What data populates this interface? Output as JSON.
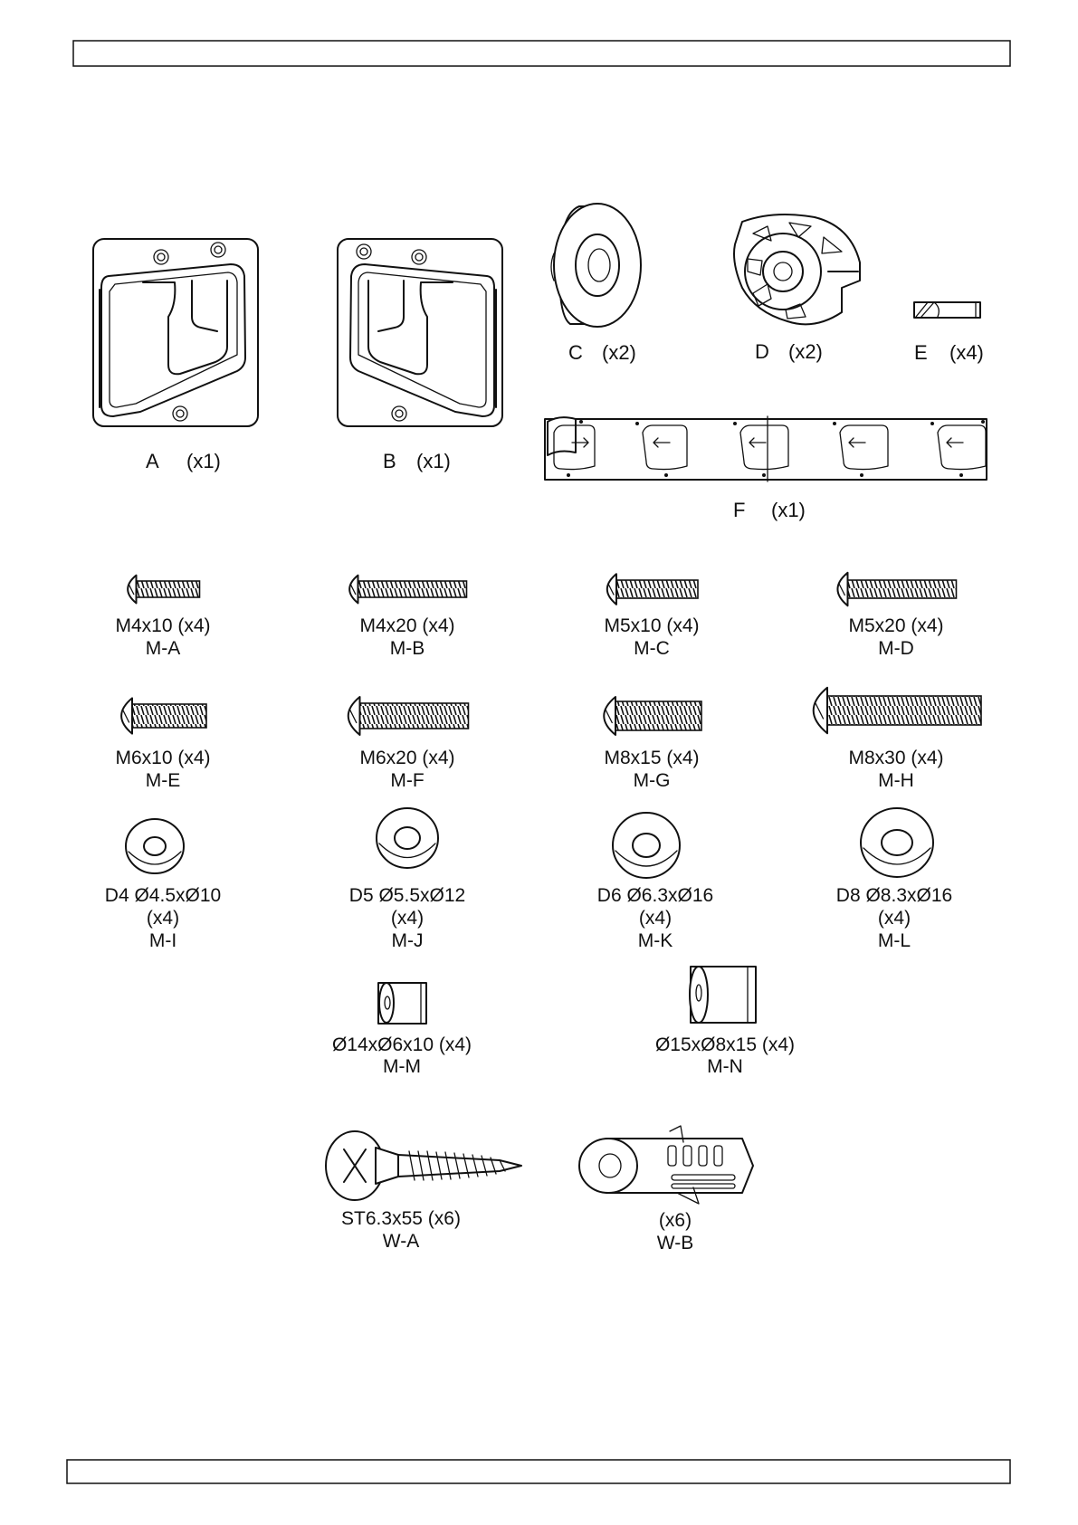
{
  "parts": {
    "A": {
      "id": "A",
      "qty": "(x1)"
    },
    "B": {
      "id": "B",
      "qty": "(x1)"
    },
    "C": {
      "id": "C",
      "qty": "(x2)"
    },
    "D": {
      "id": "D",
      "qty": "(x2)"
    },
    "E": {
      "id": "E",
      "qty": "(x4)"
    },
    "F": {
      "id": "F",
      "qty": "(x1)"
    }
  },
  "screws": [
    {
      "spec": "M4x10 (x4)",
      "code": "M-A"
    },
    {
      "spec": "M4x20 (x4)",
      "code": "M-B"
    },
    {
      "spec": "M5x10 (x4)",
      "code": "M-C"
    },
    {
      "spec": "M5x20 (x4)",
      "code": "M-D"
    },
    {
      "spec": "M6x10 (x4)",
      "code": "M-E"
    },
    {
      "spec": "M6x20 (x4)",
      "code": "M-F"
    },
    {
      "spec": "M8x15 (x4)",
      "code": "M-G"
    },
    {
      "spec": "M8x30 (x4)",
      "code": "M-H"
    }
  ],
  "washers": [
    {
      "spec": "D4 Ø4.5xØ10",
      "qty": "(x4)",
      "code": "M-I"
    },
    {
      "spec": "D5 Ø5.5xØ12",
      "qty": "(x4)",
      "code": "M-J"
    },
    {
      "spec": "D6 Ø6.3xØ16",
      "qty": "(x4)",
      "code": "M-K"
    },
    {
      "spec": "D8 Ø8.3xØ16",
      "qty": "(x4)",
      "code": "M-L"
    }
  ],
  "spacers": [
    {
      "spec": "Ø14xØ6x10 (x4)",
      "code": "M-M"
    },
    {
      "spec": "Ø15xØ8x15 (x4)",
      "code": "M-N"
    }
  ],
  "wall_fixings": [
    {
      "spec": "ST6.3x55 (x6)",
      "code": "W-A"
    },
    {
      "spec": "(x6)",
      "code": "W-B"
    }
  ]
}
